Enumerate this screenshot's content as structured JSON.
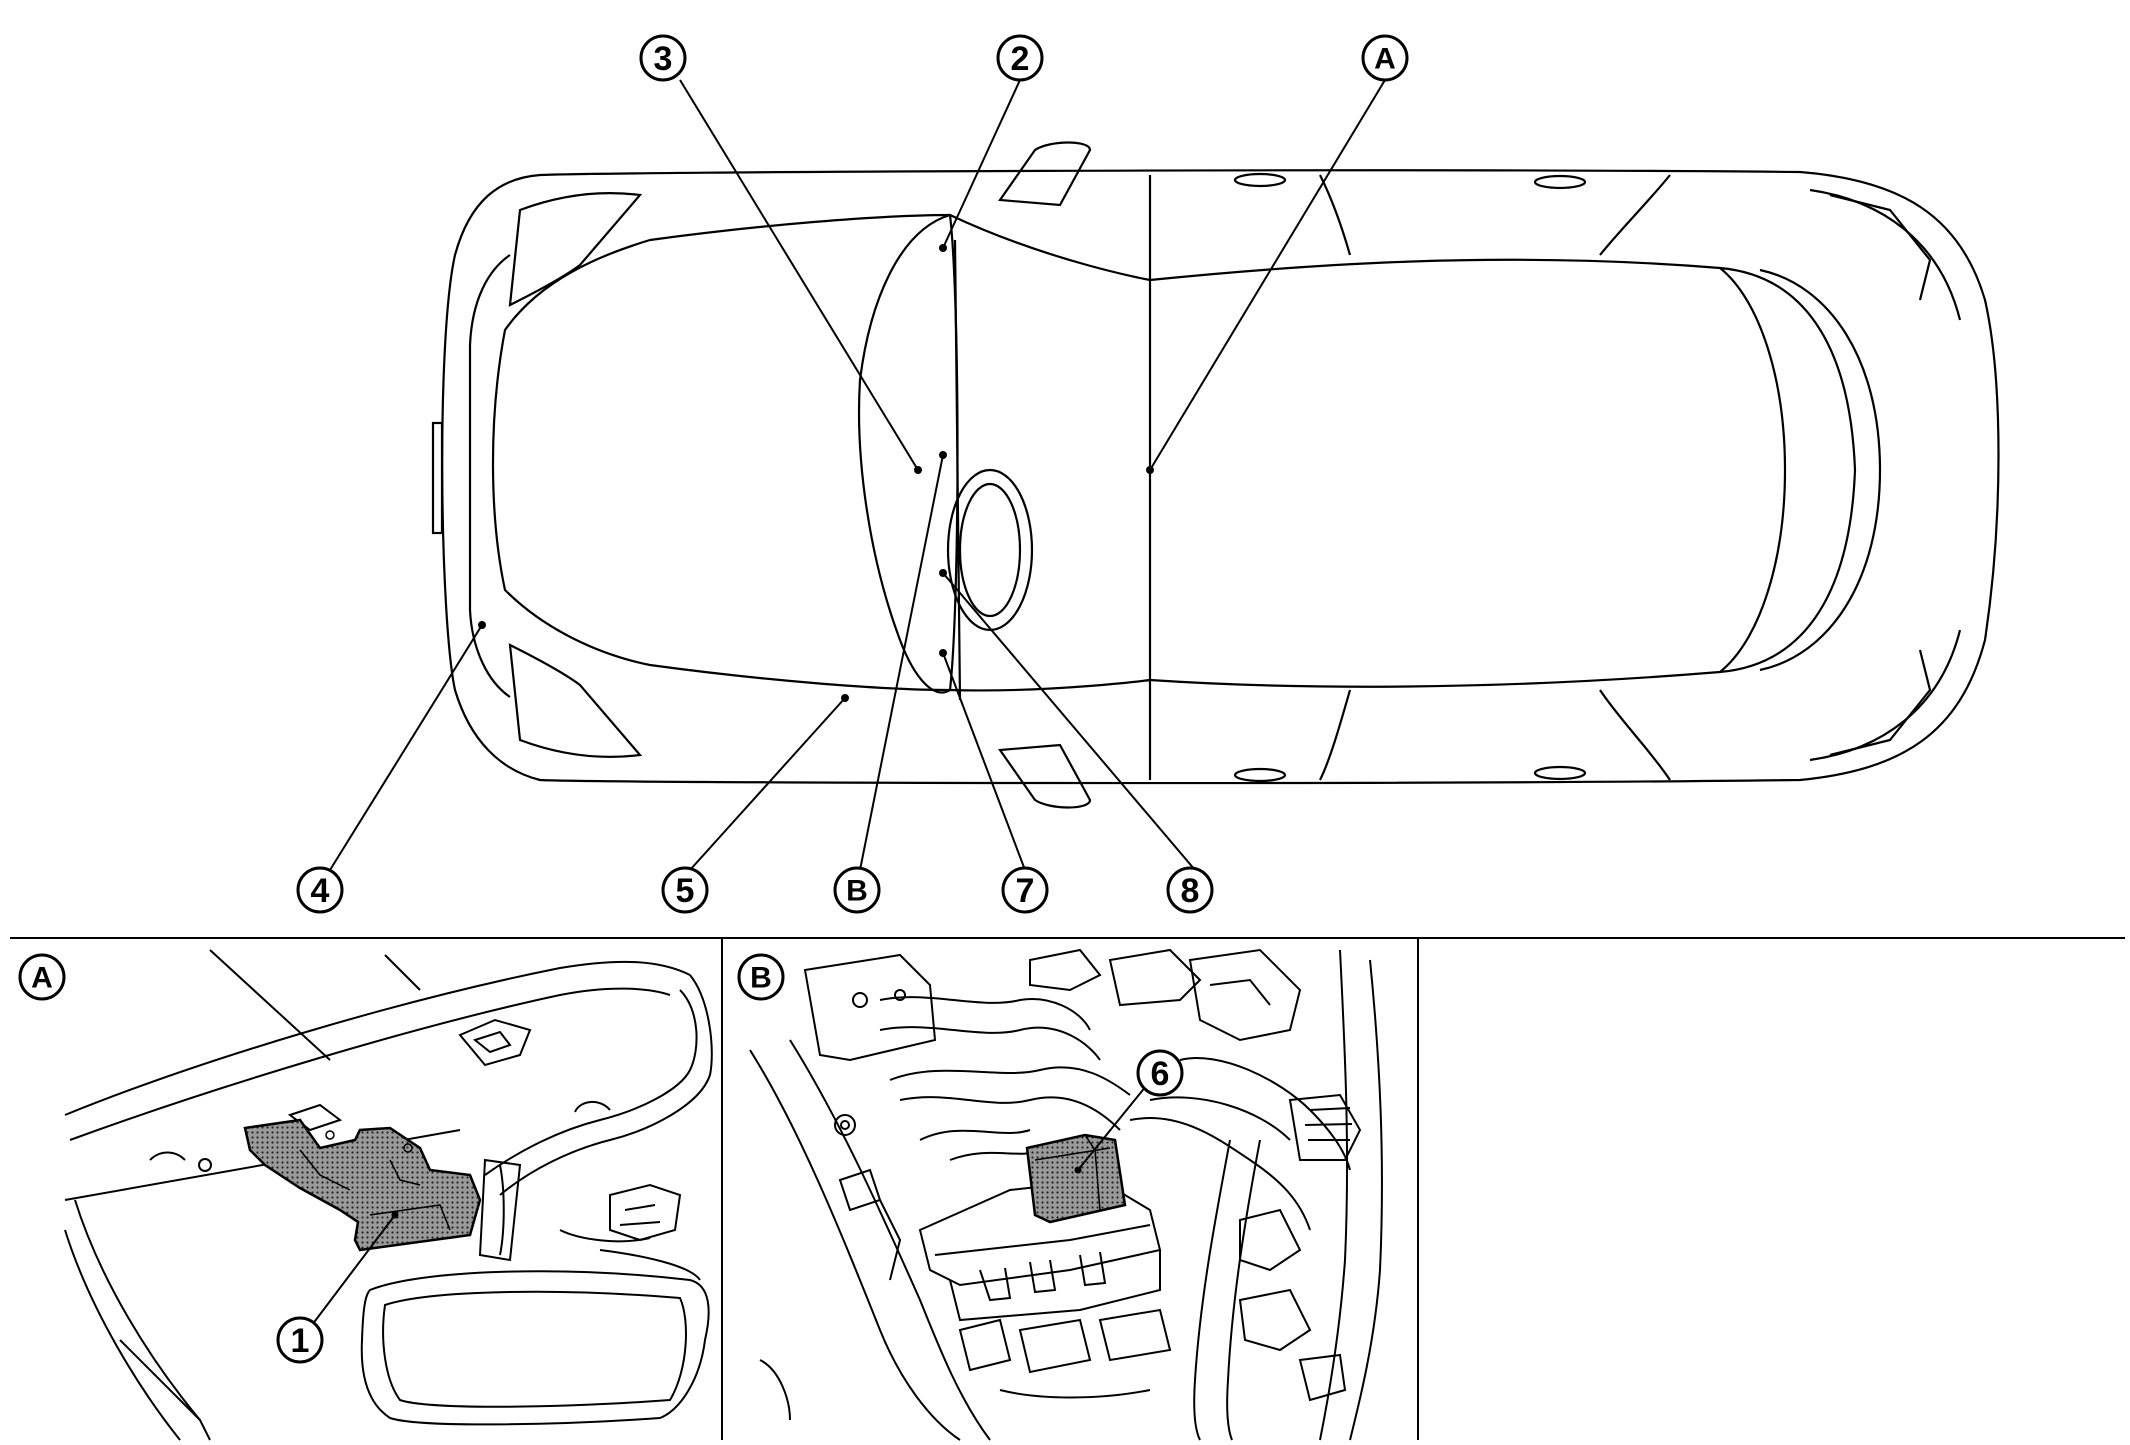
{
  "top_view": {
    "callouts": [
      {
        "id": "3",
        "label": "3"
      },
      {
        "id": "2",
        "label": "2"
      },
      {
        "id": "A",
        "label": "A"
      },
      {
        "id": "4",
        "label": "4"
      },
      {
        "id": "5",
        "label": "5"
      },
      {
        "id": "B",
        "label": "B"
      },
      {
        "id": "7",
        "label": "7"
      },
      {
        "id": "8",
        "label": "8"
      }
    ]
  },
  "detail_a": {
    "panel_label": "A",
    "callout": "1"
  },
  "detail_b": {
    "panel_label": "B",
    "callout": "6"
  }
}
